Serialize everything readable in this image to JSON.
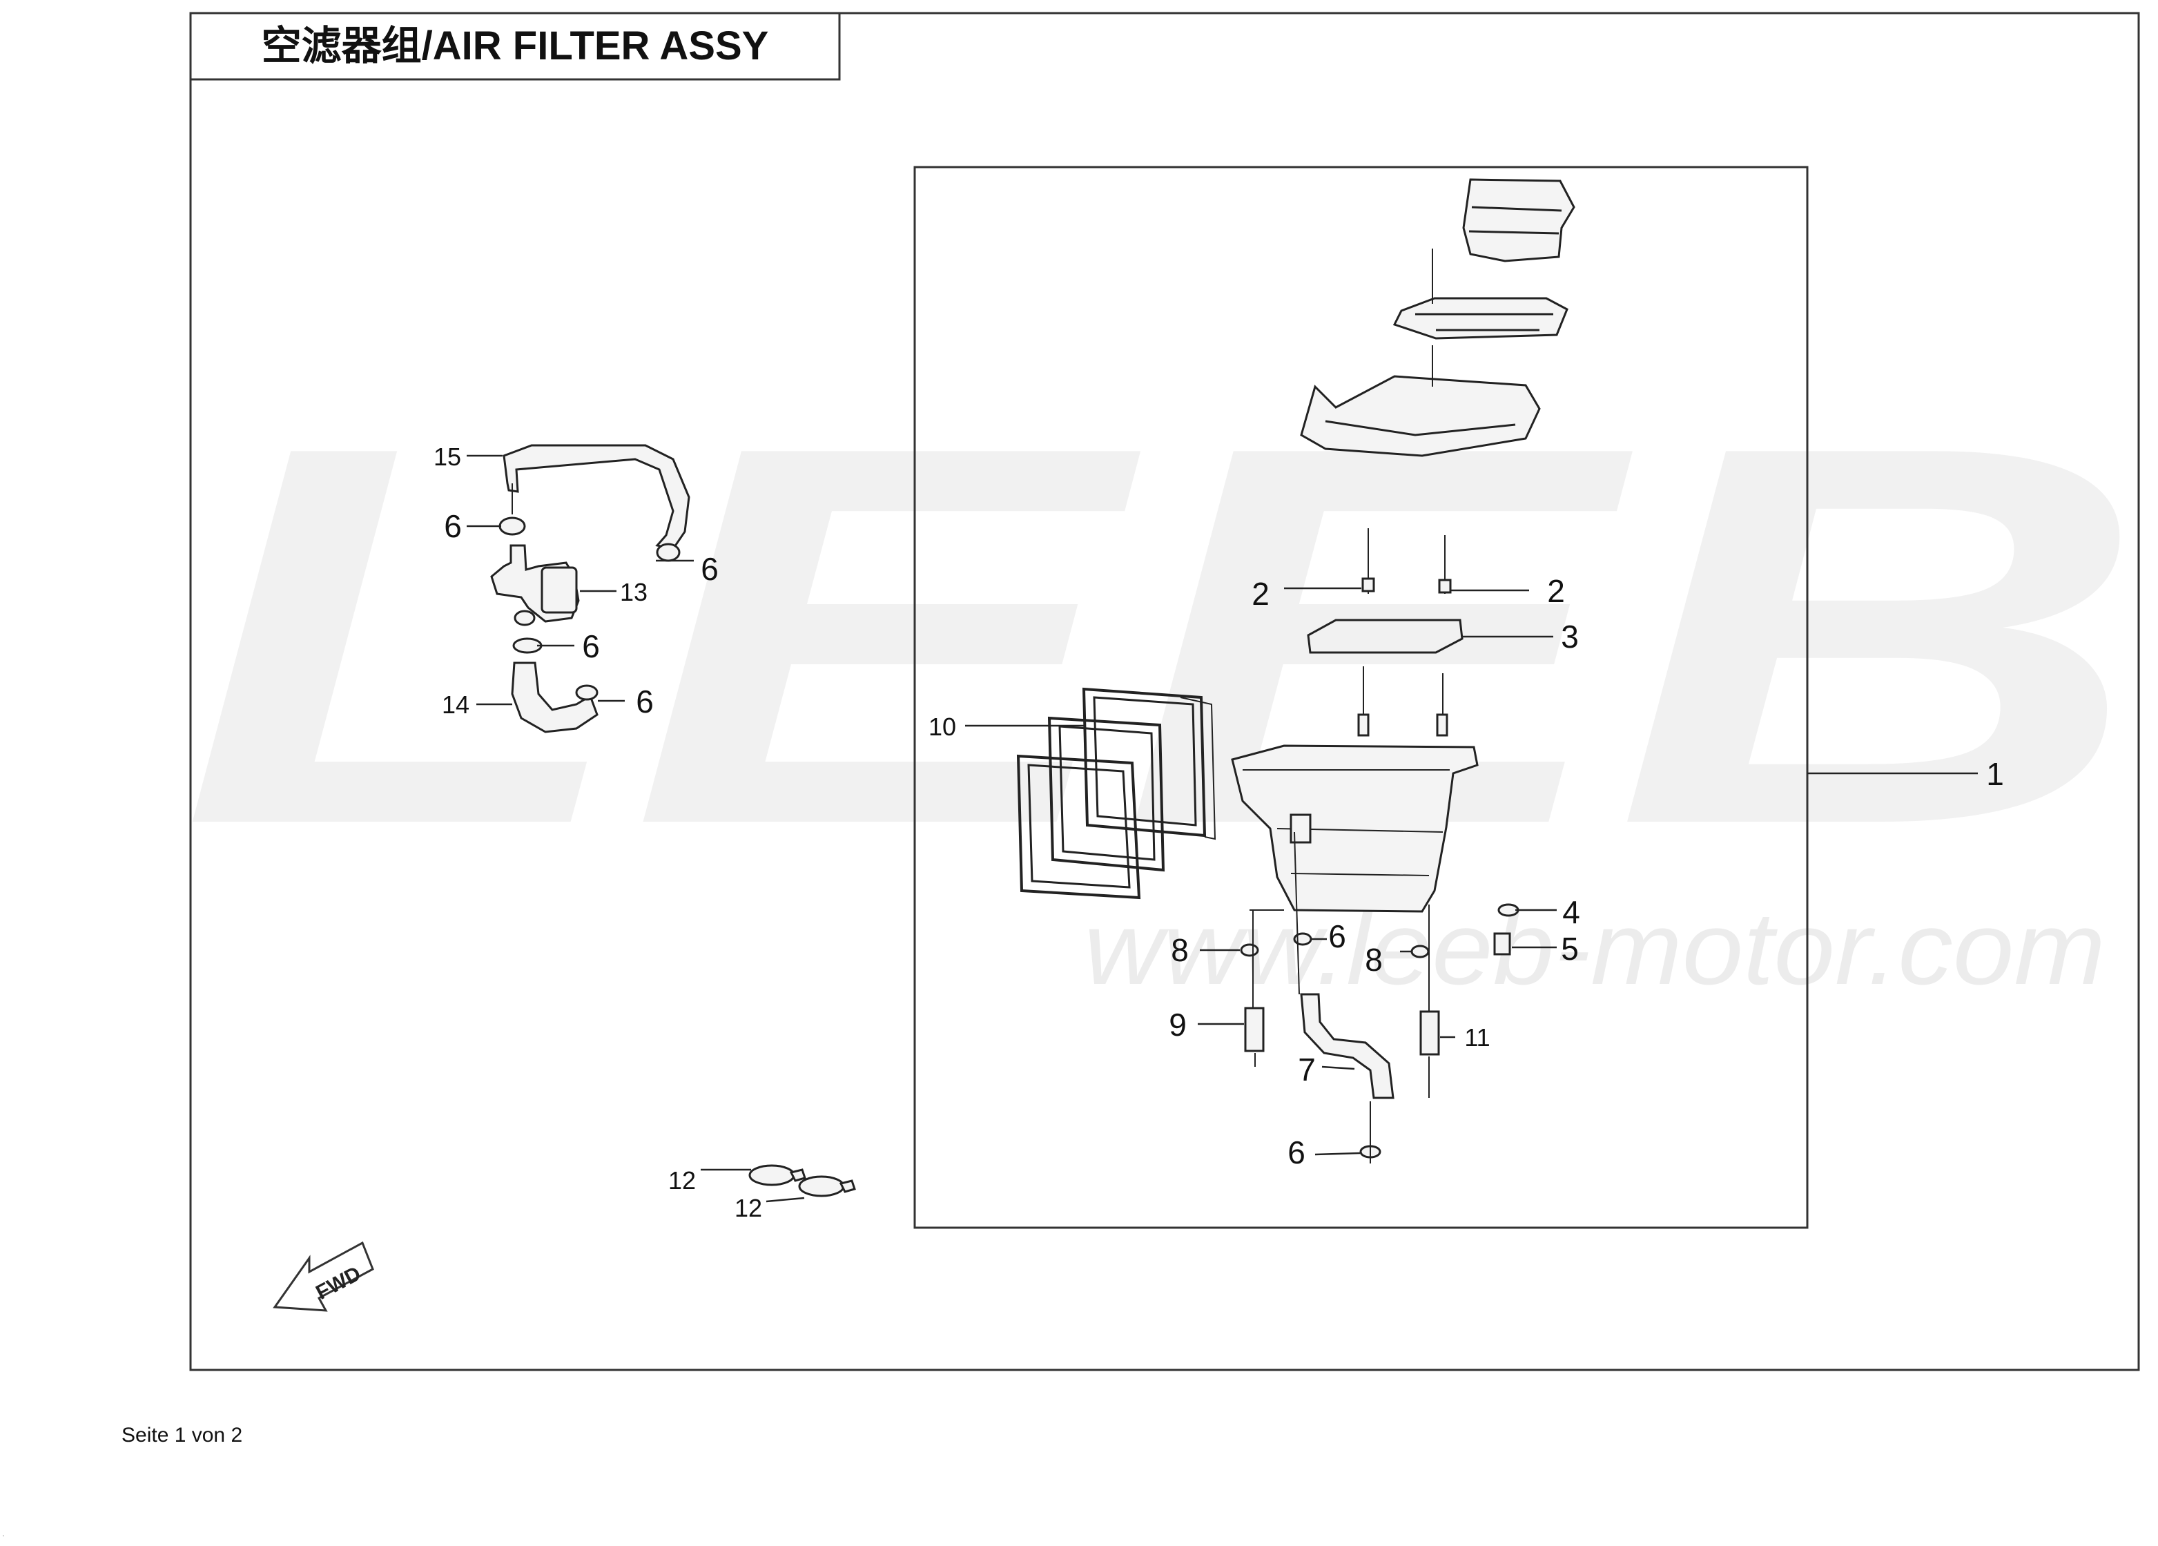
{
  "diagram": {
    "title": "空滤器组/AIR FILTER  ASSY",
    "watermark_letters": "LEEB",
    "watermark_url": "www.leeb-motor.com",
    "fwd_label": "FWD",
    "callouts": {
      "c15": "15",
      "c6a": "6",
      "c6b": "6",
      "c13": "13",
      "c6c": "6",
      "c14": "14",
      "c6d": "6",
      "c12a": "12",
      "c12b": "12",
      "c2a": "2",
      "c2b": "2",
      "c3": "3",
      "c10": "10",
      "c1": "1",
      "c4": "4",
      "c8a": "8",
      "c6e": "6",
      "c8b": "8",
      "c5": "5",
      "c9": "9",
      "c11": "11",
      "c7": "7",
      "c6f": "6"
    }
  },
  "footer": {
    "page": "Seite 1 von 2",
    "tick": "'"
  },
  "colors": {
    "line": "#222222",
    "part_fill": "#f4f4f4",
    "watermark": "#f0f0f0"
  }
}
